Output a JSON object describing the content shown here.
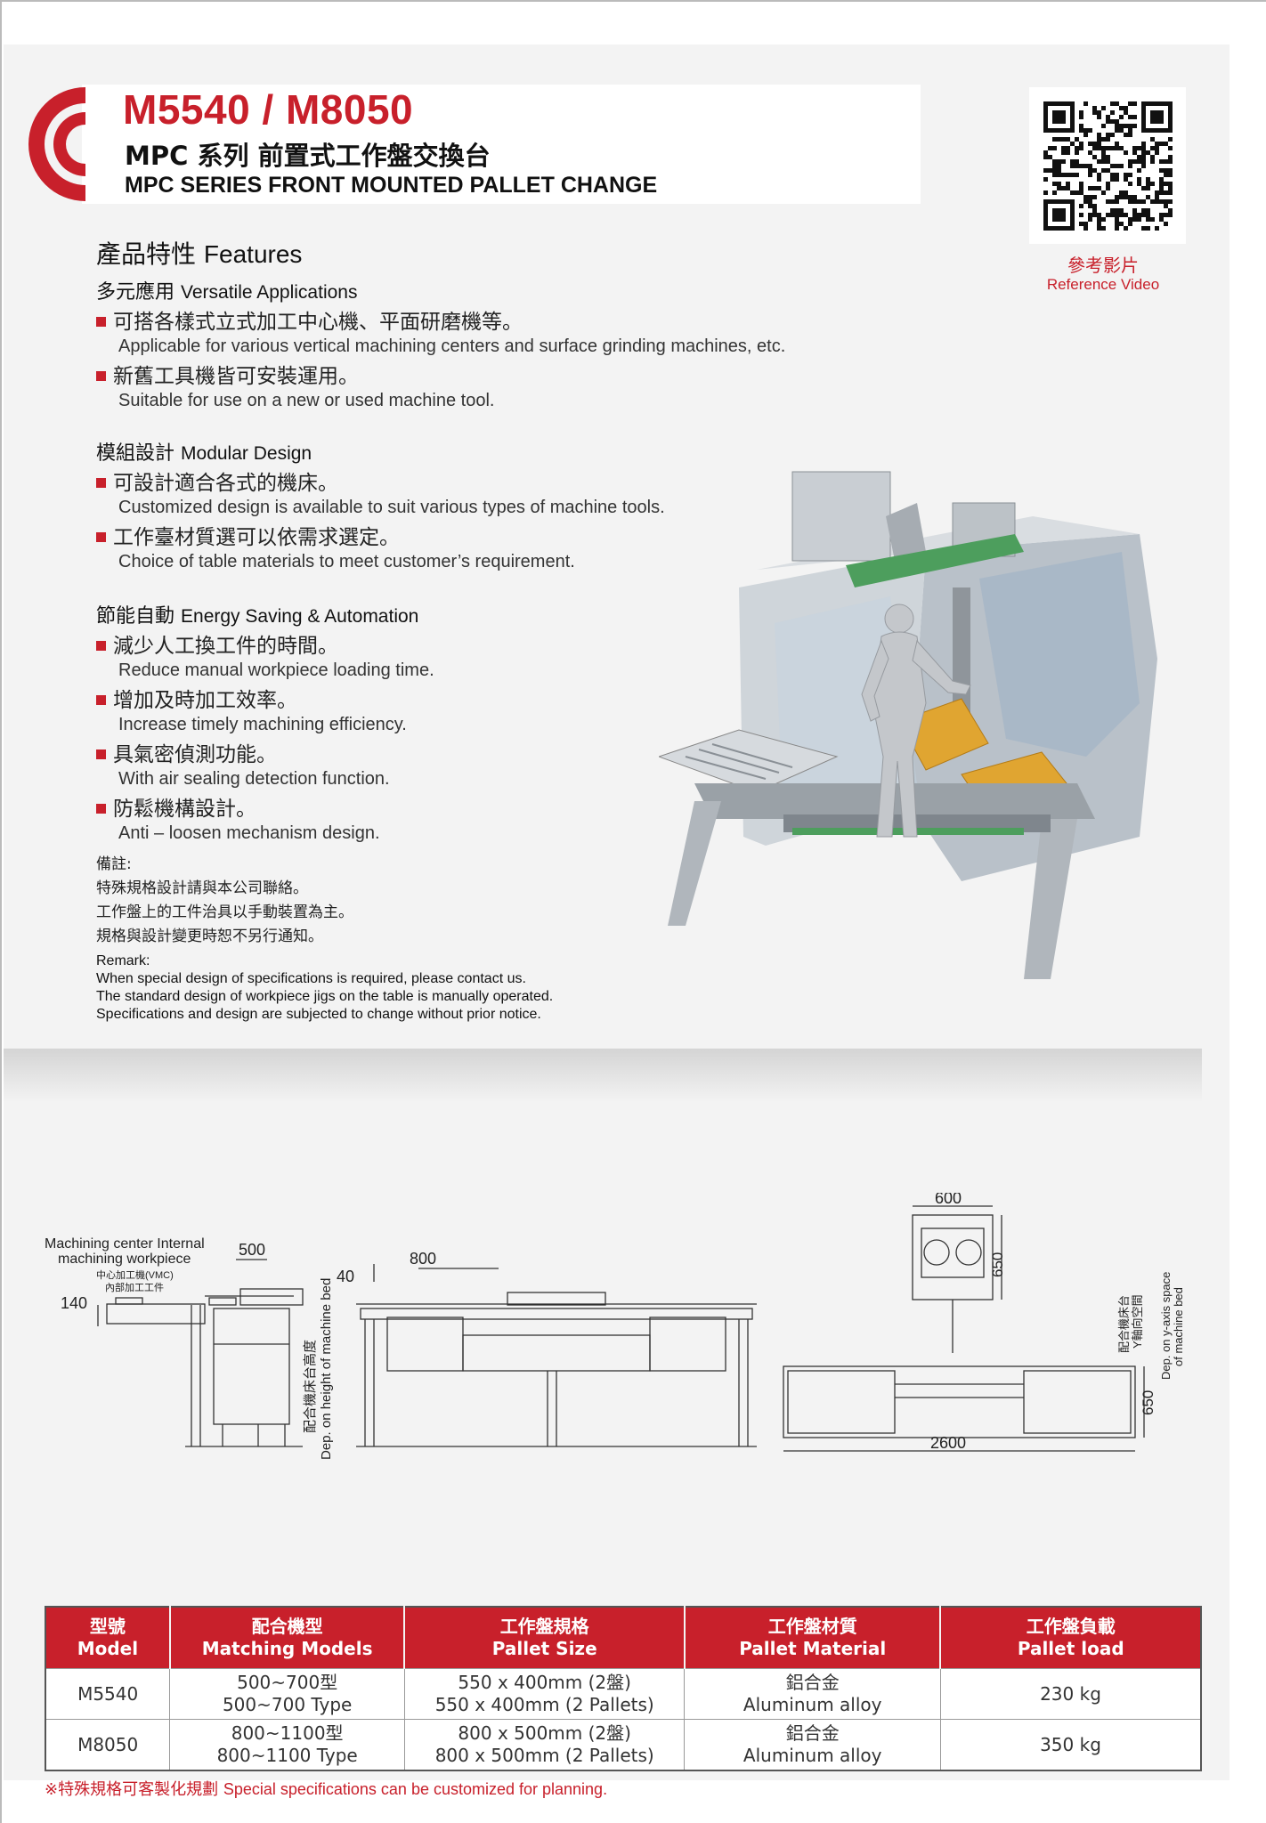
{
  "header": {
    "model": "M5540 / M8050",
    "subtitle_zh": "MPC 系列 前置式工作盤交換台",
    "subtitle_en": "MPC SERIES  FRONT MOUNTED PALLET CHANGE"
  },
  "qr": {
    "caption_zh": "參考影片",
    "caption_en": "Reference Video"
  },
  "features": {
    "title_zh": "產品特性",
    "title_en": "Features",
    "sections": [
      {
        "title_zh": "多元應用",
        "title_en": "Versatile Applications",
        "items": [
          {
            "zh": "可搭各樣式立式加工中心機、平面研磨機等。",
            "en": "Applicable for various vertical machining centers and surface grinding machines, etc."
          },
          {
            "zh": "新舊工具機皆可安裝運用。",
            "en": "Suitable for use on a new or used machine tool."
          }
        ]
      },
      {
        "title_zh": "模組設計",
        "title_en": "Modular Design",
        "items": [
          {
            "zh": "可設計適合各式的機床。",
            "en": "Customized design  is available to suit various types of machine tools."
          },
          {
            "zh": "工作臺材質選可以依需求選定。",
            "en": "Choice of table materials to meet customer’s requirement."
          }
        ]
      },
      {
        "title_zh": "節能自動",
        "title_en": "Energy Saving & Automation",
        "items": [
          {
            "zh": "減少人工換工件的時間。",
            "en": "Reduce manual workpiece loading time."
          },
          {
            "zh": "增加及時加工效率。",
            "en": "Increase timely machining efficiency."
          },
          {
            "zh": "具氣密偵測功能。",
            "en": "With air sealing detection function."
          },
          {
            "zh": "防鬆機構設計。",
            "en": "Anti – loosen mechanism design."
          }
        ]
      }
    ]
  },
  "notes_zh": {
    "title": "備註:",
    "lines": [
      "特殊規格設計請與本公司聯絡。",
      "工作盤上的工件治具以手動裝置為主。",
      "規格與設計變更時恕不另行通知。"
    ]
  },
  "remarks_en": {
    "title": "Remark:",
    "lines": [
      "When special design of specifications is required, please contact us.",
      "The standard design of workpiece jigs on the table is manually operated.",
      "Specifications and design are subjected to change without prior notice."
    ]
  },
  "drawing": {
    "side_label_1": "Machining center Internal",
    "side_label_2": "machining workpiece",
    "side_label_zh_1": "中心加工機(VMC)",
    "side_label_zh_2": "內部加工工件",
    "dim_500": "500",
    "dim_140": "140",
    "dim_40": "40",
    "dim_800": "800",
    "vert_zh_1": "配合機床台高度",
    "vert_en_1": "Dep. on height of machine bed",
    "dim_600": "600",
    "dim_650a": "650",
    "dim_650b": "650",
    "dim_2600": "2600",
    "vert_zh_2a": "配合機床台",
    "vert_zh_2b": "Y軸向空間",
    "vert_en_2a": "Dep. on y-axis space",
    "vert_en_2b": "of machine bed"
  },
  "table": {
    "headers": [
      {
        "zh": "型號",
        "en": "Model"
      },
      {
        "zh": "配合機型",
        "en": "Matching Models"
      },
      {
        "zh": "工作盤規格",
        "en": "Pallet Size"
      },
      {
        "zh": "工作盤材質",
        "en": "Pallet Material"
      },
      {
        "zh": "工作盤負載",
        "en": "Pallet load"
      }
    ],
    "rows": [
      {
        "model": "M5540",
        "match_zh": "500~700型",
        "match_en": "500~700 Type",
        "size_zh": "550 x 400mm (2盤)",
        "size_en": "550 x 400mm (2 Pallets)",
        "mat_zh": "鋁合金",
        "mat_en": "Aluminum alloy",
        "load": "230 kg"
      },
      {
        "model": "M8050",
        "match_zh": "800~1100型",
        "match_en": "800~1100 Type",
        "size_zh": "800 x 500mm (2盤)",
        "size_en": "800 x 500mm (2 Pallets)",
        "mat_zh": "鋁合金",
        "mat_en": "Aluminum alloy",
        "load": "350 kg"
      }
    ]
  },
  "footer": {
    "zh": "※特殊規格可客製化規劃",
    "en": "Special specifications can be customized for planning."
  },
  "colors": {
    "accent": "#c8202b",
    "page_bg": "#f3f3f3"
  }
}
